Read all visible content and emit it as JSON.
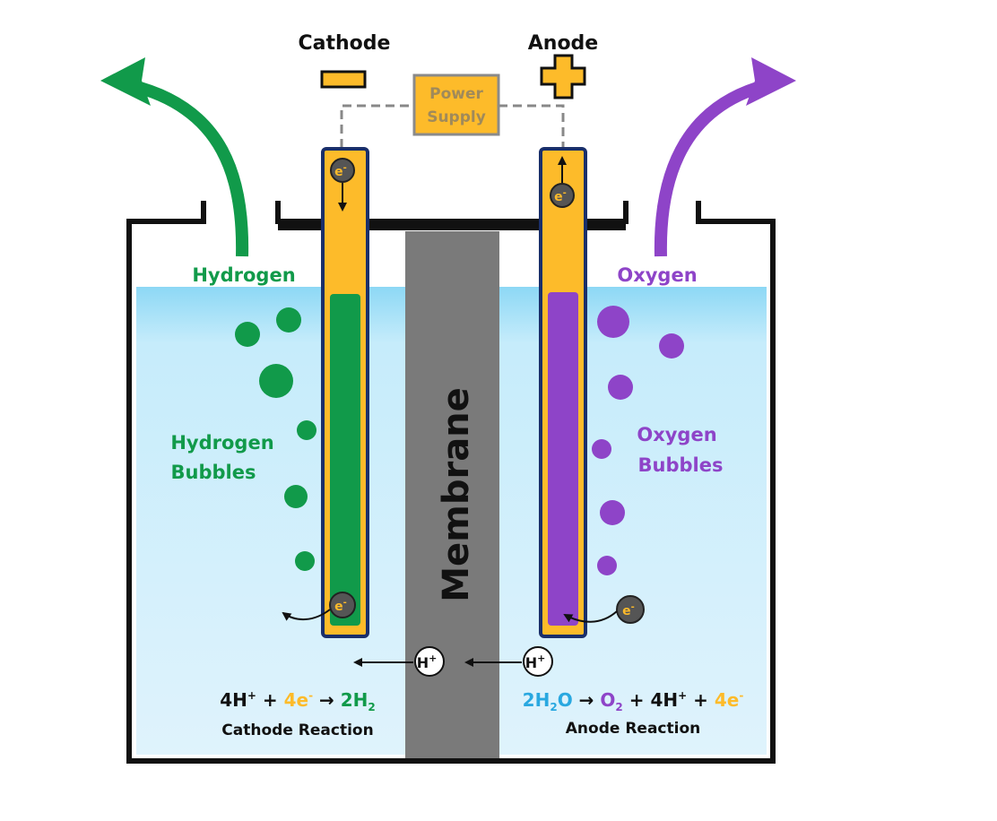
{
  "labels": {
    "cathode": "Cathode",
    "anode": "Anode",
    "power_supply_line1": "Power",
    "power_supply_line2": "Supply",
    "hydrogen": "Hydrogen",
    "oxygen": "Oxygen",
    "hydrogen_bubbles_line1": "Hydrogen",
    "hydrogen_bubbles_line2": "Bubbles",
    "oxygen_bubbles_line1": "Oxygen",
    "oxygen_bubbles_line2": "Bubbles",
    "membrane": "Membrane",
    "electron": "e",
    "electron_charge": "-",
    "proton": "H",
    "proton_charge": "+"
  },
  "cathode_reaction": {
    "left_coeff": "4H",
    "left_charge": "+",
    "plus": " + ",
    "electrons": "4e",
    "electrons_charge": "-",
    "arrow": " → ",
    "product": "2H",
    "product_sub": "2",
    "caption": "Cathode Reaction"
  },
  "anode_reaction": {
    "reactant": "2H",
    "reactant_sub": "2",
    "reactant_tail": "O",
    "arrow": " → ",
    "o2": "O",
    "o2_sub": "2",
    "plus1": " + ",
    "protons": "4H",
    "protons_charge": "+",
    "plus2": " + ",
    "electrons": "4e",
    "electrons_charge": "-",
    "caption": "Anode Reaction"
  },
  "colors": {
    "hydrogen": "#119a4a",
    "oxygen": "#8e44c8",
    "electrode": "#fdbb2a",
    "electrode_border": "#1a2f6a",
    "membrane": "#7a7a7a",
    "water_top": "#8dd8f5",
    "water_bottom": "#dff3fc",
    "water_formula": "#29a8e0",
    "power_label": "#a08a5a"
  }
}
